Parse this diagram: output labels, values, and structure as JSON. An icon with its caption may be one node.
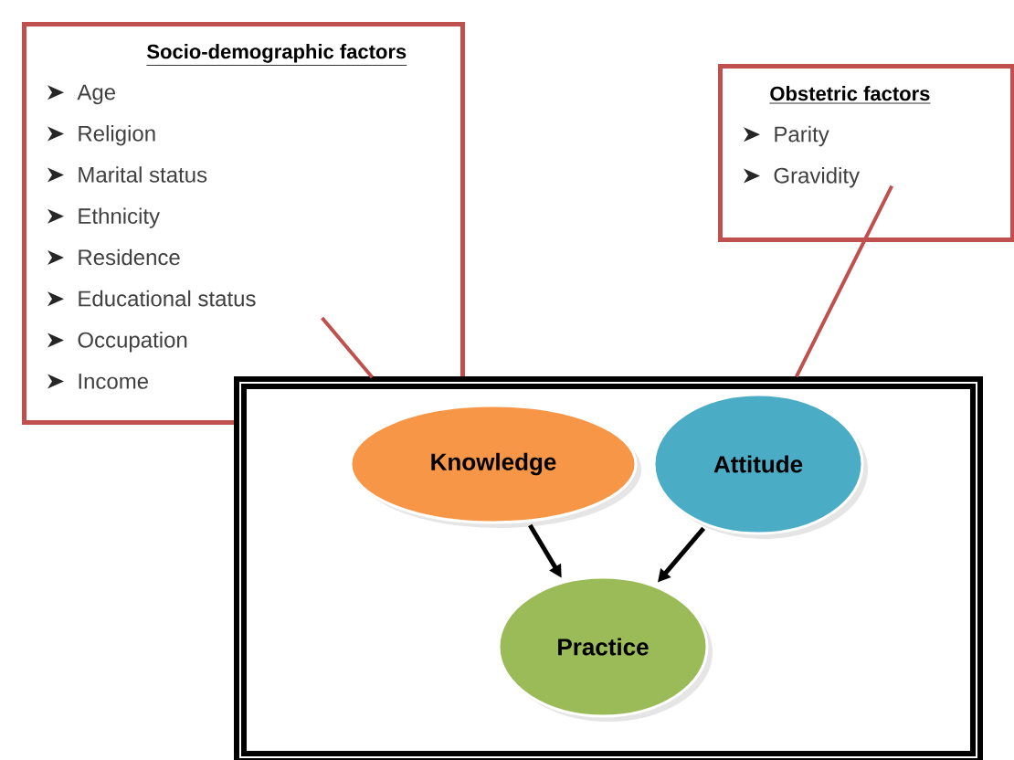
{
  "diagram": {
    "nodes": [
      {
        "text": [
          "Socio-demographic factors",
          "Age",
          "Religion",
          "Marital status",
          "Ethnicity",
          "Residence",
          "Educational status",
          "Occupation",
          "Income"
        ]
      },
      {
        "text": [
          "Obstetric factors",
          "Parity",
          "Gravidity"
        ]
      },
      {
        "text": [],
        "shape": "box"
      },
      {
        "text": [
          "Knowledge"
        ],
        "in": 2
      },
      {
        "text": [
          "Attitude"
        ],
        "in": 2
      },
      {
        "text": [
          "Practice"
        ],
        "in": 2
      }
    ],
    "edges": [
      {
        "from": 0,
        "to": 2,
        "arrow": "none",
        "color": "#c0504d"
      },
      {
        "from": 1,
        "to": 2,
        "arrow": "none",
        "color": "#c0504d"
      },
      {
        "from": 3,
        "to": 5,
        "arrow": "to",
        "color": "#000000"
      },
      {
        "from": 4,
        "to": 5,
        "arrow": "to",
        "color": "#000000"
      }
    ]
  }
}
